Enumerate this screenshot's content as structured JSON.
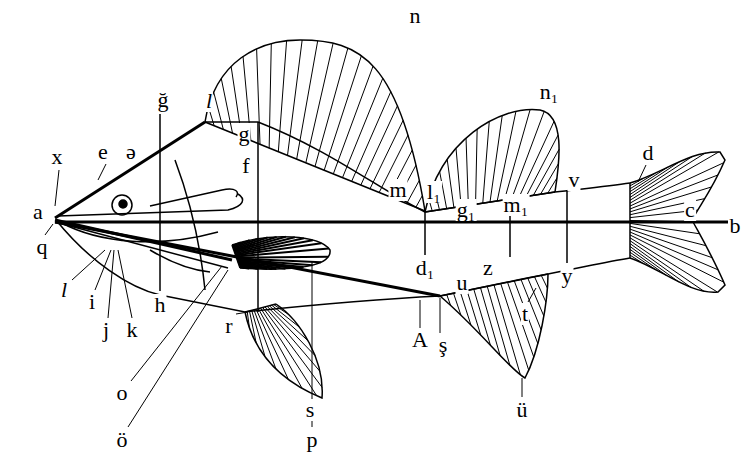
{
  "diagram": {
    "labels": [
      "n",
      "n₁",
      "l",
      "ğ",
      "x",
      "e",
      "ə",
      "g",
      "f",
      "m",
      "l₁",
      "g₁",
      "d",
      "v",
      "c",
      "a",
      "b",
      "m₁",
      "d₁",
      "z",
      "y",
      "u",
      "q",
      "l",
      "i",
      "j",
      "k",
      "h",
      "r",
      "A",
      "ş",
      "t",
      "o",
      "ö",
      "s",
      "p",
      "ü"
    ]
  }
}
